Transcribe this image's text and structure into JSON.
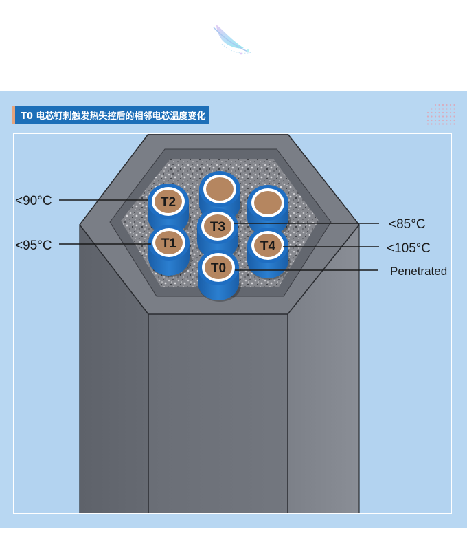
{
  "header": {
    "title": "T0 电芯钉刺触发热失控后的相邻电芯温度变化"
  },
  "diagram": {
    "cells": [
      {
        "id": "T2",
        "label": "T2"
      },
      {
        "id": "T1",
        "label": "T1"
      },
      {
        "id": "T3",
        "label": "T3"
      },
      {
        "id": "T4",
        "label": "T4"
      },
      {
        "id": "T0",
        "label": "T0"
      },
      {
        "id": "unlabeled-top",
        "label": ""
      },
      {
        "id": "unlabeled-right",
        "label": ""
      }
    ],
    "callouts": {
      "t2": "<90°C",
      "t1": "<95°C",
      "t3": "<85°C",
      "t4": "<105°C",
      "t0": "Penetrated"
    }
  },
  "colors": {
    "panel_bg": "#b8d7f2",
    "title_bar": "#1d6fb8",
    "title_accent": "#e5a47c",
    "cell_blue": "#1f6ec2",
    "cell_core": "#b58660",
    "box_gray": "#6c7078"
  },
  "icons": {
    "logo": "feather-logo-icon",
    "decor": "dot-grid-icon"
  }
}
